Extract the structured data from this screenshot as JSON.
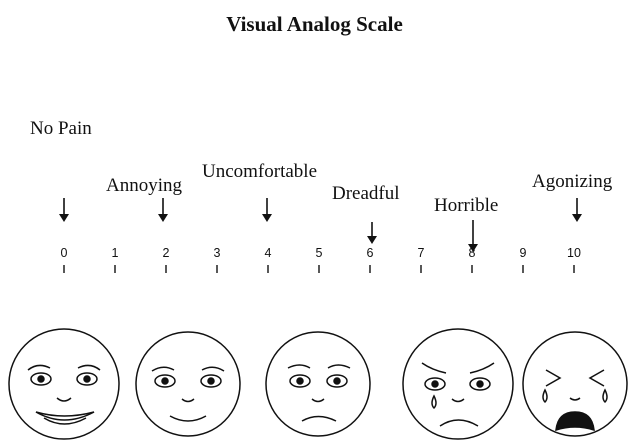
{
  "title": "Visual Analog Scale",
  "scale": {
    "numbers": [
      "0",
      "1",
      "2",
      "3",
      "4",
      "5",
      "6",
      "7",
      "8",
      "9",
      "10"
    ]
  },
  "labels": {
    "no_pain": "No Pain",
    "annoying": "Annoying",
    "uncomfortable": "Uncomfortable",
    "dreadful": "Dreadful",
    "horrible": "Horrible",
    "agonizing": "Agonizing"
  },
  "faces": [
    "smiling-face-icon",
    "slight-smile-face-icon",
    "worried-face-icon",
    "crying-face-icon",
    "agonized-face-icon"
  ]
}
